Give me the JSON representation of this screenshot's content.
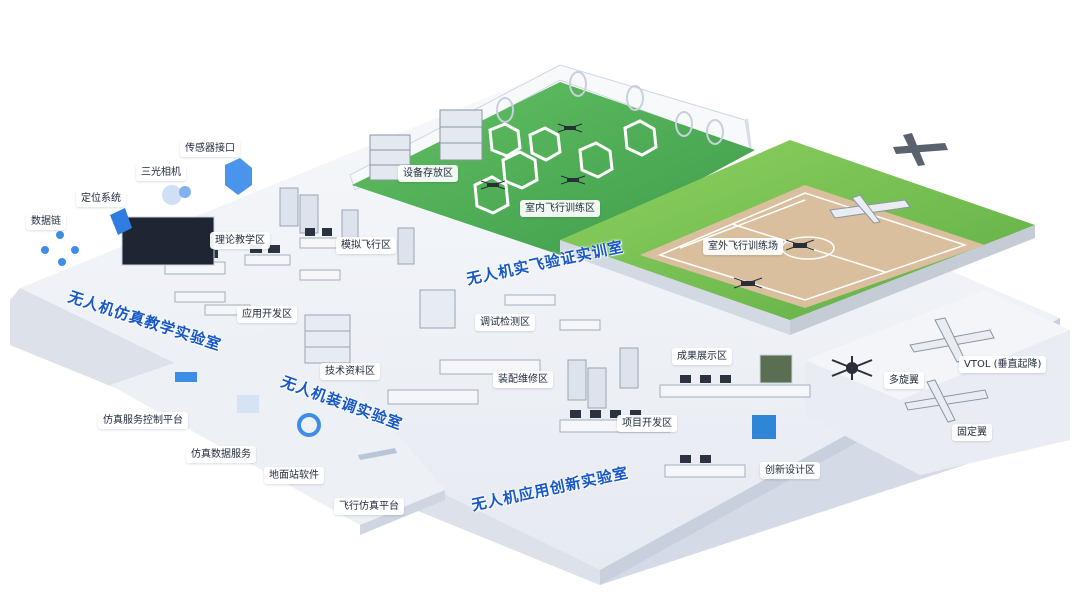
{
  "labs": {
    "sim_teaching": "无人机仿真教学实验室",
    "flight_verify": "无人机实飞验证实训室",
    "assembly": "无人机装调实验室",
    "innovation": "无人机应用创新实验室"
  },
  "zones": {
    "sensor_interface": "传感器接口",
    "tri_camera": "三光相机",
    "positioning": "定位系统",
    "data_link": "数据链",
    "theory_teaching": "理论教学区",
    "sim_flight": "模拟飞行区",
    "app_dev": "应用开发区",
    "equipment_storage": "设备存放区",
    "indoor_training": "室内飞行训练区",
    "outdoor_training": "室外飞行训练场",
    "debug_test": "调试检测区",
    "tech_docs": "技术资料区",
    "assembly_repair": "装配维修区",
    "results_display": "成果展示区",
    "project_dev": "项目开发区",
    "creative_design": "创新设计区"
  },
  "platforms": {
    "sim_service_control": "仿真服务控制平台",
    "sim_data_service": "仿真数据服务",
    "ground_station": "地面站软件",
    "flight_sim_platform": "飞行仿真平台"
  },
  "aircraft": {
    "vtol": "VTOL (垂直起降)",
    "multirotor": "多旋翼",
    "fixed_wing": "固定翼"
  },
  "colors": {
    "platform": "#eef1f6",
    "platform_side": "#d7dde8",
    "field_green": "#58b85b",
    "grass": "#7fc456",
    "court": "#dcc3a2",
    "banner_blue": "#1657c9",
    "accent": "#2f7de1"
  }
}
